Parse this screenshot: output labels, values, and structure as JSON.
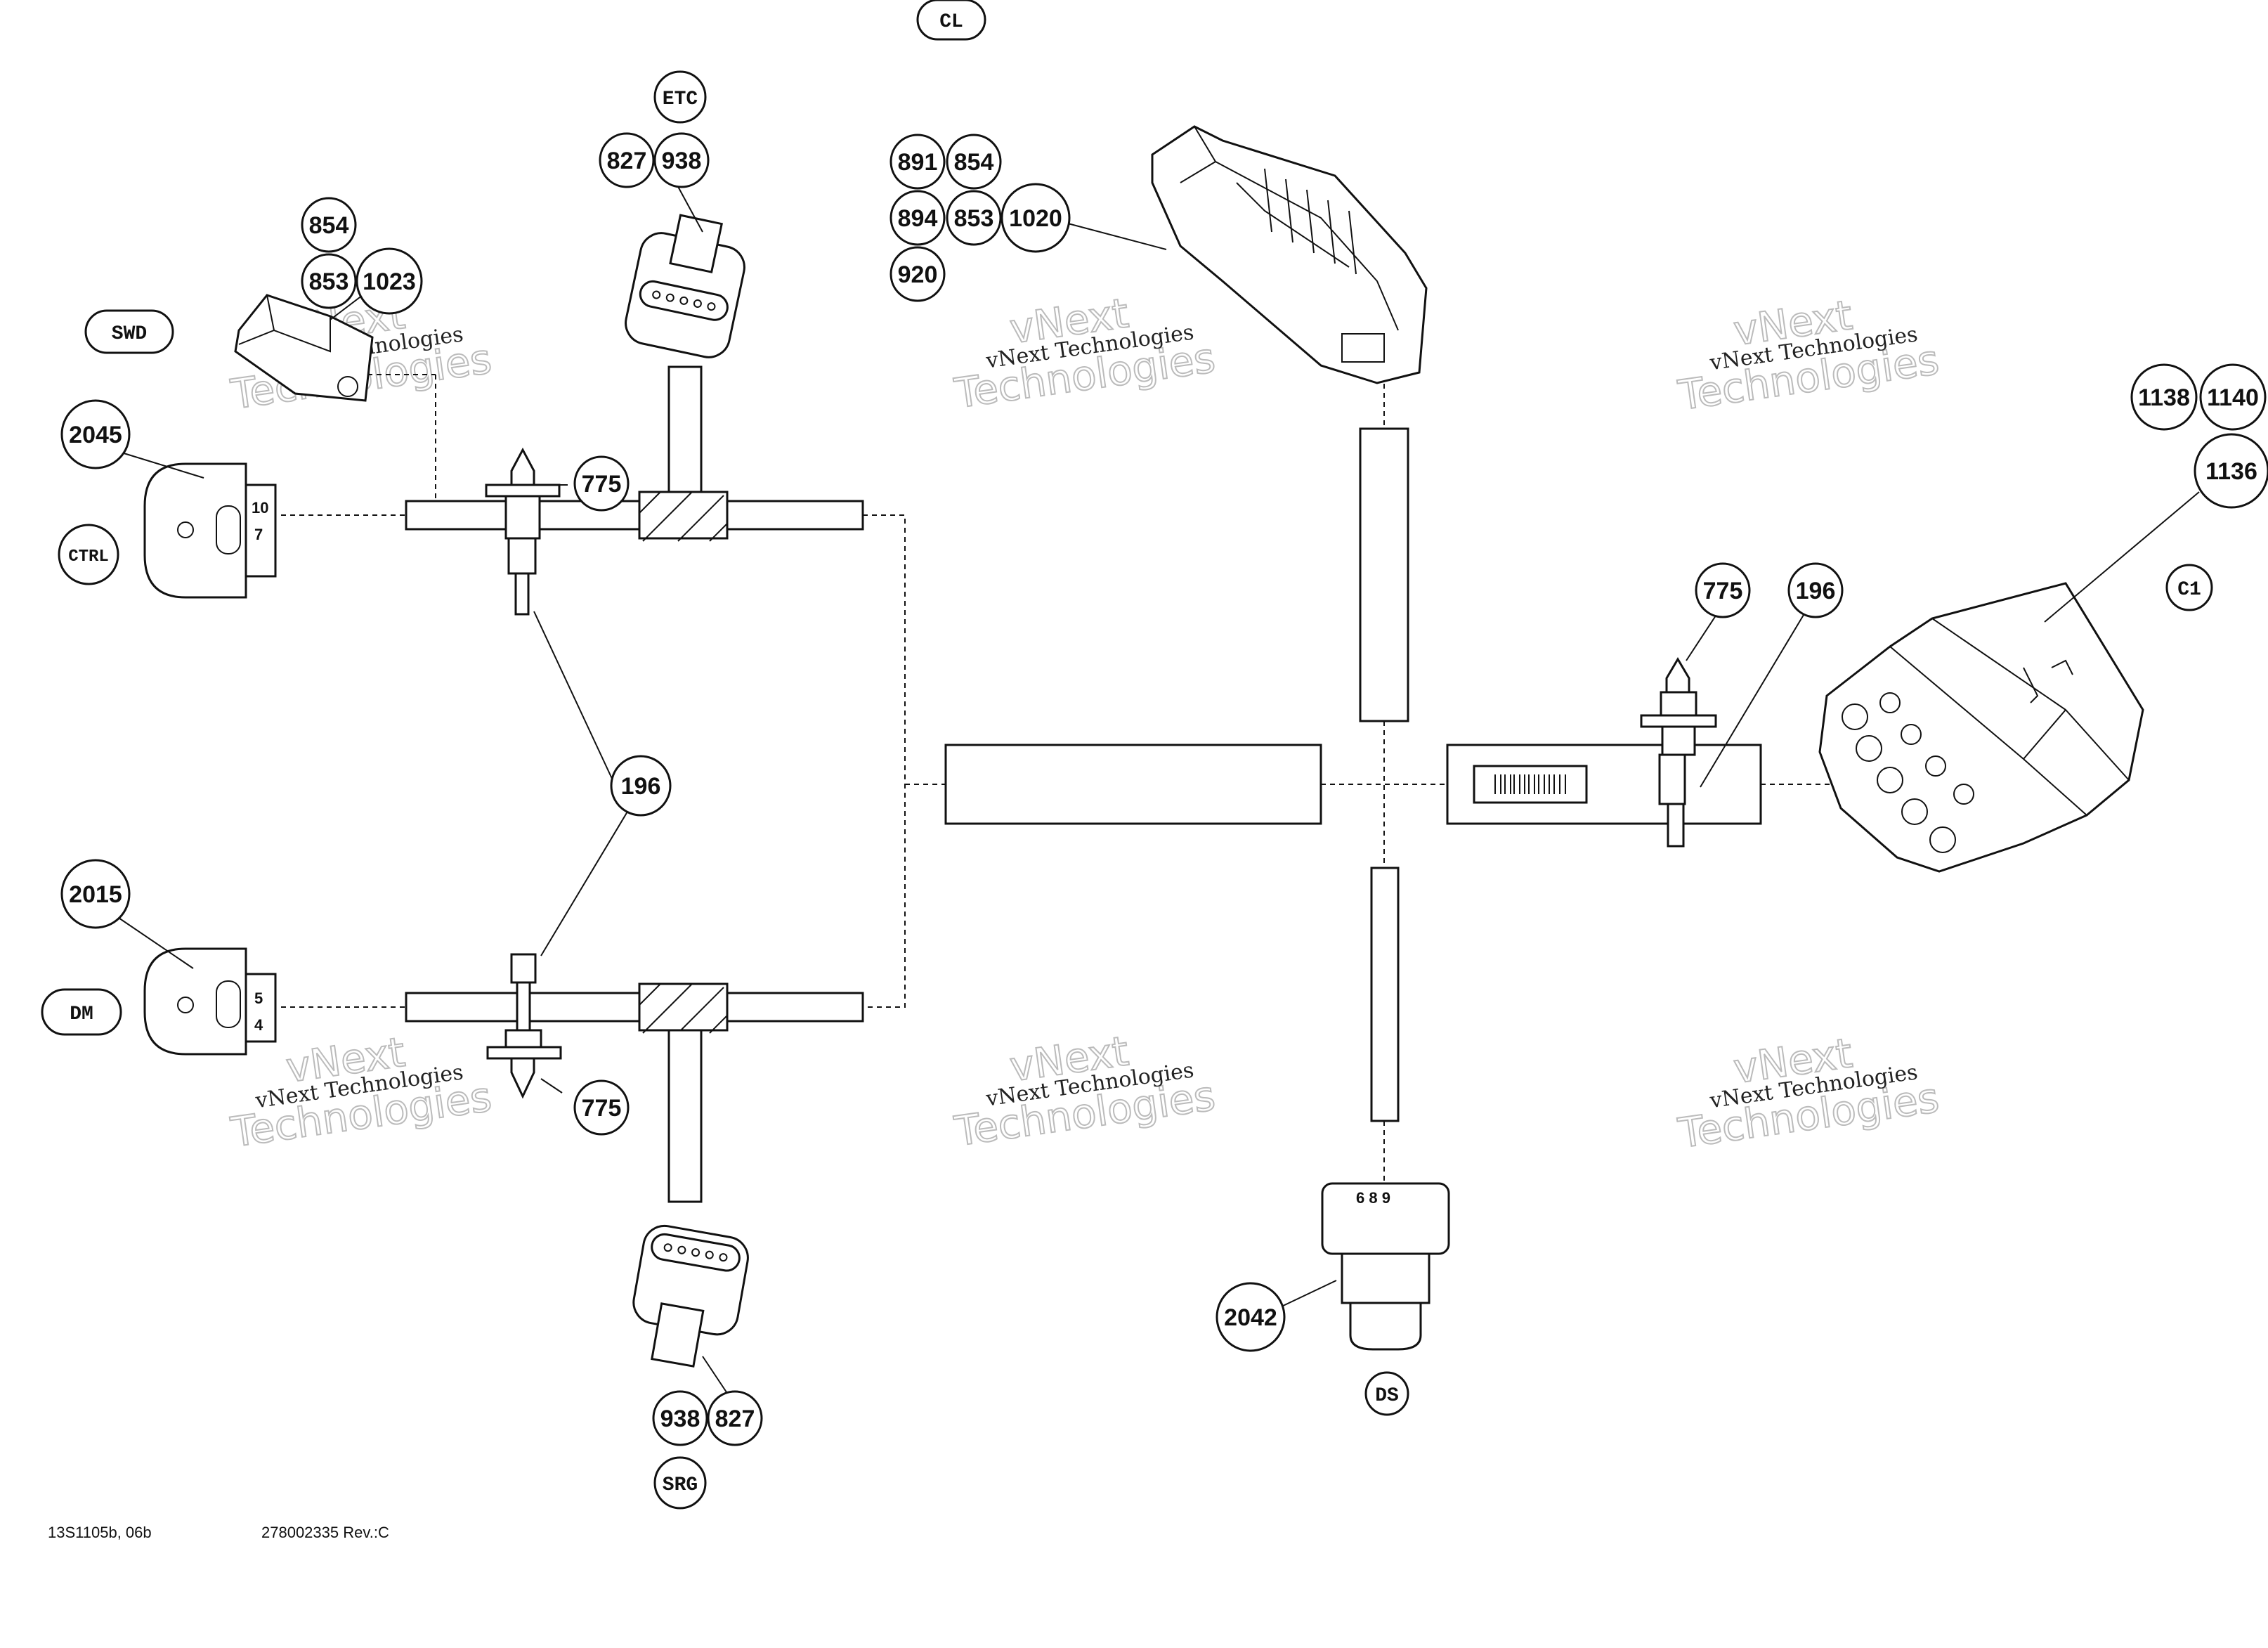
{
  "connector_tags": {
    "cl": "CL",
    "etc": "ETC",
    "swd": "SWD",
    "ctrl": "CTRL",
    "dm": "DM",
    "c1": "C1",
    "ds": "DS",
    "srg": "SRG"
  },
  "callouts": {
    "etc_827": "827",
    "etc_938": "938",
    "swd_854": "854",
    "swd_853": "853",
    "swd_1023": "1023",
    "ctrl_2045": "2045",
    "clip_775_top": "775",
    "tie_196_center": "196",
    "dm_2015": "2015",
    "clip_775_bottom": "775",
    "srg_938": "938",
    "srg_827": "827",
    "cl_891": "891",
    "cl_854": "854",
    "cl_894": "894",
    "cl_853": "853",
    "cl_1020": "1020",
    "cl_920": "920",
    "c1_1138": "1138",
    "c1_1140": "1140",
    "c1_1136": "1136",
    "clip_775_right": "775",
    "tie_196_right": "196",
    "ds_2042": "2042"
  },
  "connector_pins": {
    "ctrl_pins": [
      "10",
      "7"
    ],
    "dm_pins": [
      "5",
      "4"
    ],
    "ds_pins": "6 8 9"
  },
  "watermark": {
    "line1": "vNext Technologies",
    "line2": "vNext",
    "line3": "Technologies"
  },
  "footer": {
    "drawing_code": "13S1105b, 06b",
    "part_revision": "278002335 Rev.:C"
  }
}
